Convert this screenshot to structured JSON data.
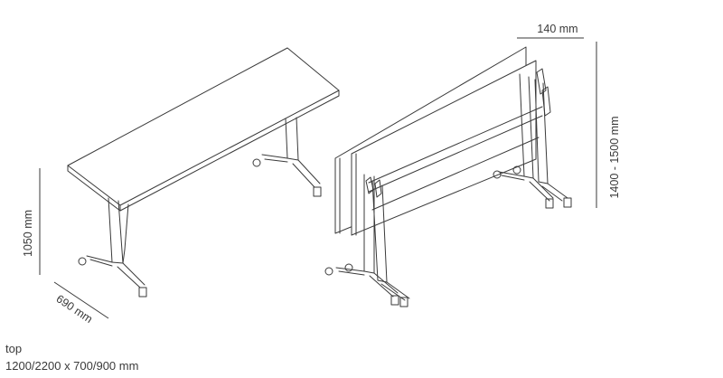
{
  "dimensions": {
    "height_open": "1050 mm",
    "depth_open": "690 mm",
    "depth_folded": "140 mm",
    "height_folded": "1400 - 1500 mm"
  },
  "caption": {
    "label": "top",
    "sizes": "1200/2200 x 700/900 mm"
  },
  "colors": {
    "line": "#3a3a3a",
    "background": "#ffffff"
  }
}
